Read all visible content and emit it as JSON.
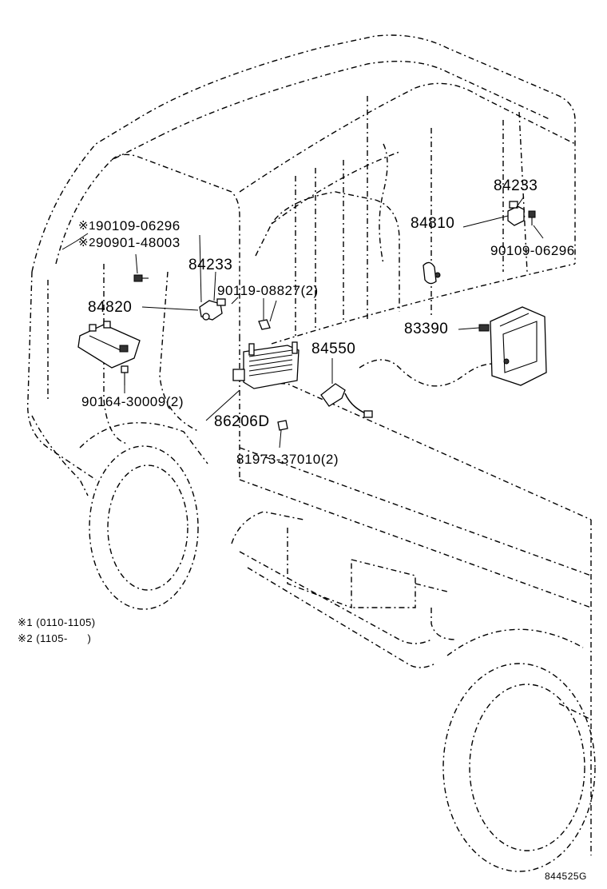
{
  "labels": {
    "p_90109_06296_a": "90109-06296",
    "p_90901_48003": "90901-48003",
    "mark1": "※1",
    "mark2": "※2",
    "p_84233_a": "84233",
    "p_84233_b": "84233",
    "p_84810": "84810",
    "p_90109_06296_b": "90109-06296",
    "p_90119_08827": "90119-08827(2)",
    "p_84820": "84820",
    "p_83390": "83390",
    "p_84550": "84550",
    "p_90164_30009": "90164-30009(2)",
    "p_86206D": "86206D",
    "p_81973_37010": "81973-37010(2)"
  },
  "notes": {
    "note1": "※1 (0110-1105)",
    "note2": "※2 (1105-      )"
  },
  "diagram_code": "844525G"
}
